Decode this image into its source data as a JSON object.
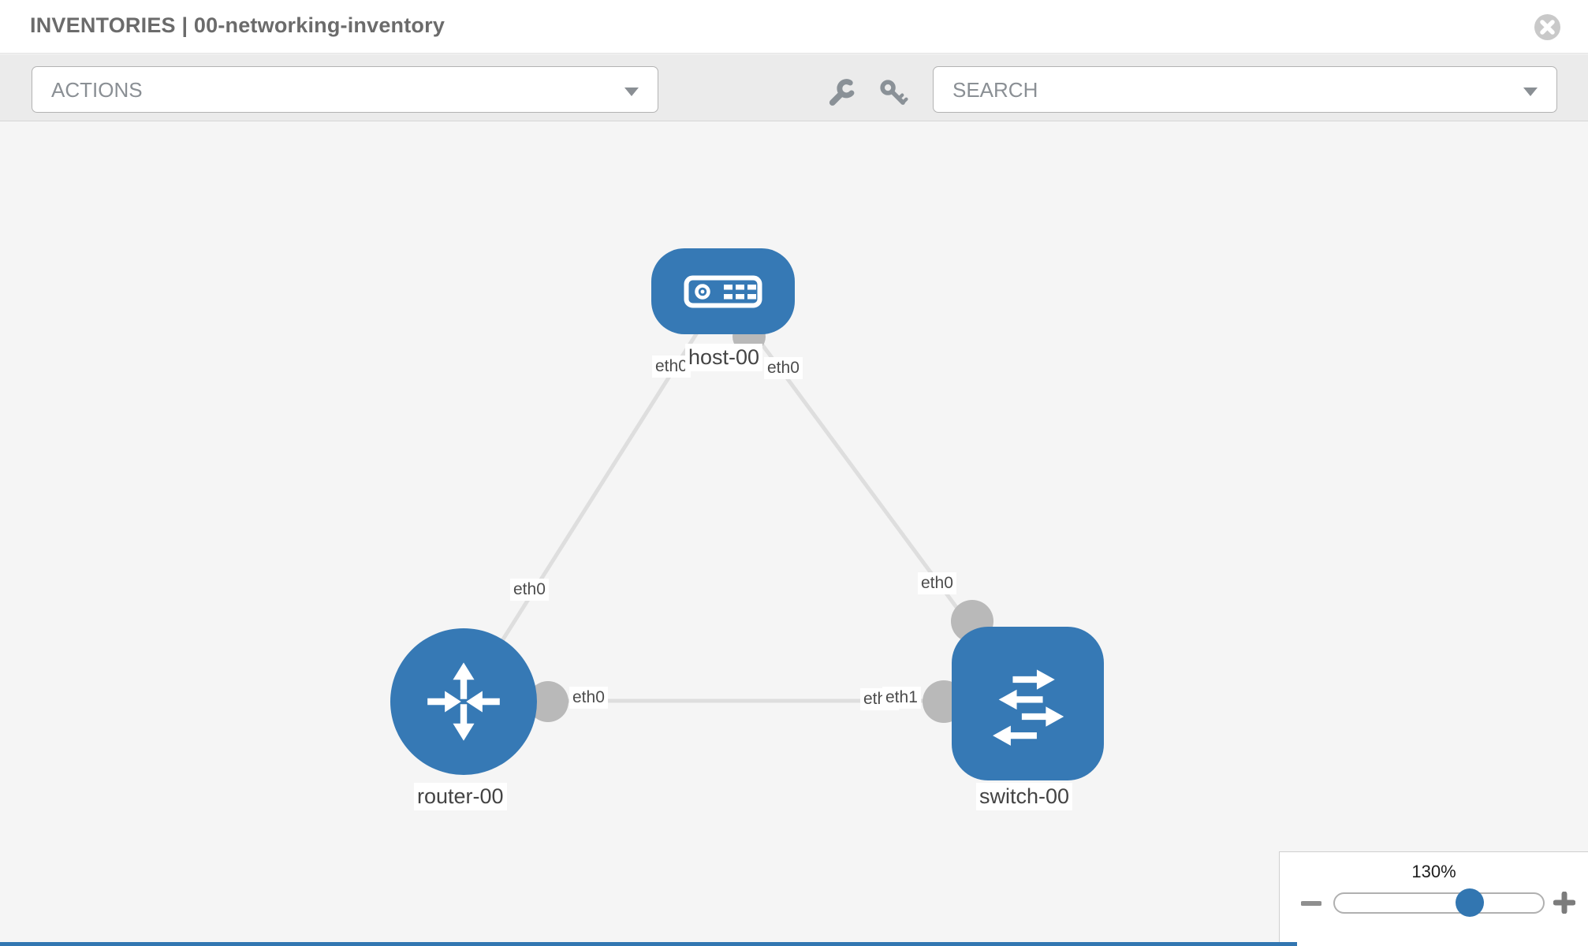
{
  "header": {
    "title": "INVENTORIES | 00-networking-inventory"
  },
  "toolbar": {
    "actions": {
      "label": "ACTIONS"
    },
    "search": {
      "placeholder": "SEARCH"
    },
    "icons": {
      "wrench": "wrench-icon",
      "key": "key-icon"
    }
  },
  "topology": {
    "nodes": [
      {
        "name": "host-00",
        "type": "host"
      },
      {
        "name": "router-00",
        "type": "router"
      },
      {
        "name": "switch-00",
        "type": "switch"
      }
    ],
    "if_labels": {
      "host_left": "eth0",
      "host_right": "eth0",
      "router_to_host": "eth0",
      "switch_to_host": "eth0",
      "router_to_switch": "eth0",
      "switch_to_router_under": "eth0",
      "switch_to_router_over": "eth1"
    },
    "links": [
      {
        "from": "host-00",
        "from_if": "eth0",
        "to": "router-00",
        "to_if": "eth0"
      },
      {
        "from": "host-00",
        "from_if": "eth0",
        "to": "switch-00",
        "to_if": "eth0"
      },
      {
        "from": "router-00",
        "from_if": "eth0",
        "to": "switch-00",
        "to_if": "eth1"
      }
    ]
  },
  "zoom_control": {
    "level": "130%",
    "minus": "minus",
    "plus": "plus"
  },
  "colors": {
    "node_blue": "#3679b5",
    "accent_blue": "#3276b1",
    "link_gray": "#dedede",
    "port_gray": "#b9b9b9",
    "toolbar_bg": "#ebebeb",
    "canvas_bg": "#f5f5f5"
  }
}
